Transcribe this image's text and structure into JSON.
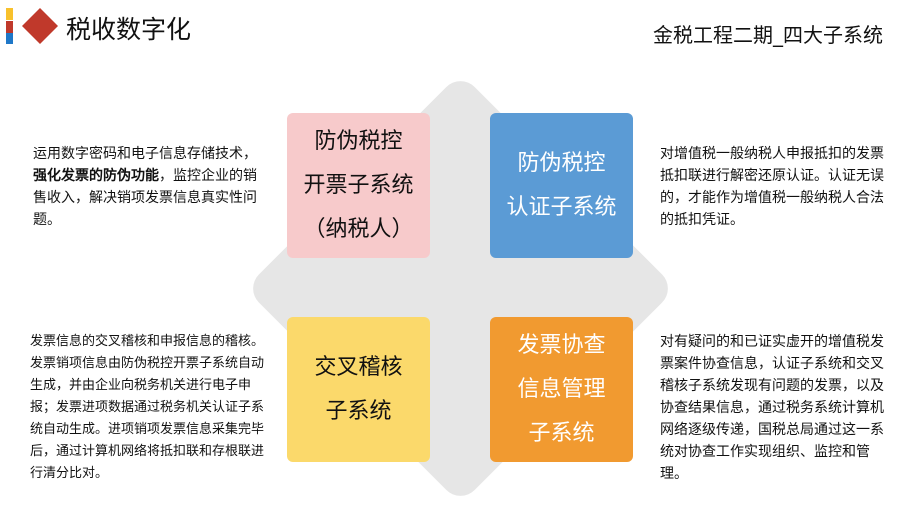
{
  "header": {
    "title": "税收数字化",
    "subtitle": "金税工程二期_四大子系统"
  },
  "colors": {
    "pink": "#f7cacb",
    "blue": "#5b9bd5",
    "yellow": "#fbd96b",
    "orange": "#f19a30",
    "diamond": "#e6e6e6",
    "accent": "#c0392b"
  },
  "boxes": [
    {
      "line1": "防伪税控",
      "line2": "开票子系统",
      "line3": "（纳税人）"
    },
    {
      "line1": "防伪税控",
      "line2": "认证子系统"
    },
    {
      "line1": "交叉稽核",
      "line2": "子系统"
    },
    {
      "line1": "发票协查",
      "line2": "信息管理",
      "line3": "子系统"
    }
  ],
  "descriptions": {
    "top_left": {
      "pre": "运用数字密码和电子信息存储技术，",
      "bold": "强化发票的防伪功能",
      "post": "，监控企业的销售收入，解决销项发票信息真实性问题。"
    },
    "top_right": "对增值税一般纳税人申报抵扣的发票抵扣联进行解密还原认证。认证无误的，才能作为增值税一般纳税人合法的抵扣凭证。",
    "bottom_left": "发票信息的交叉稽核和申报信息的稽核。发票销项信息由防伪税控开票子系统自动生成，并由企业向税务机关进行电子申报；发票进项数据通过税务机关认证子系统自动生成。进项销项发票信息采集完毕后，通过计算机网络将抵扣联和存根联进行清分比对。",
    "bottom_right": "对有疑问的和已证实虚开的增值税发票案件协查信息，认证子系统和交叉稽核子系统发现有问题的发票，以及协查结果信息，通过税务系统计算机网络逐级传递，国税总局通过这一系统对协查工作实现组织、监控和管理。"
  }
}
